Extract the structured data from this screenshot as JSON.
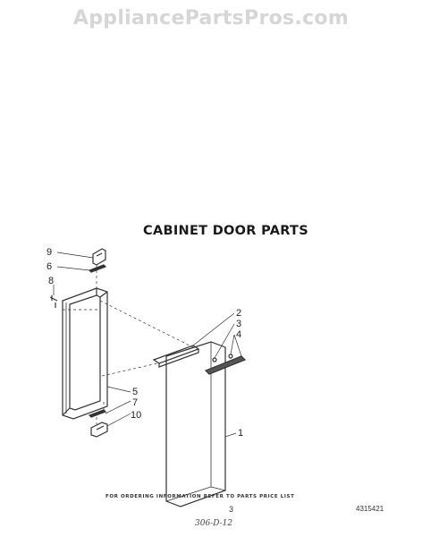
{
  "watermark": "AppliancePartsPros.com",
  "title": "CABINET DOOR PARTS",
  "callouts": {
    "c9": "9",
    "c6": "6",
    "c8": "8",
    "c2": "2",
    "c3": "3",
    "c4": "4",
    "c5": "5",
    "c7": "7",
    "c10": "10",
    "c1": "1"
  },
  "footer": {
    "note": "FOR ORDERING INFORMATION REFER TO PARTS PRICE LIST",
    "page": "3",
    "doc_number": "4315421",
    "handwritten": "306-D-12"
  }
}
